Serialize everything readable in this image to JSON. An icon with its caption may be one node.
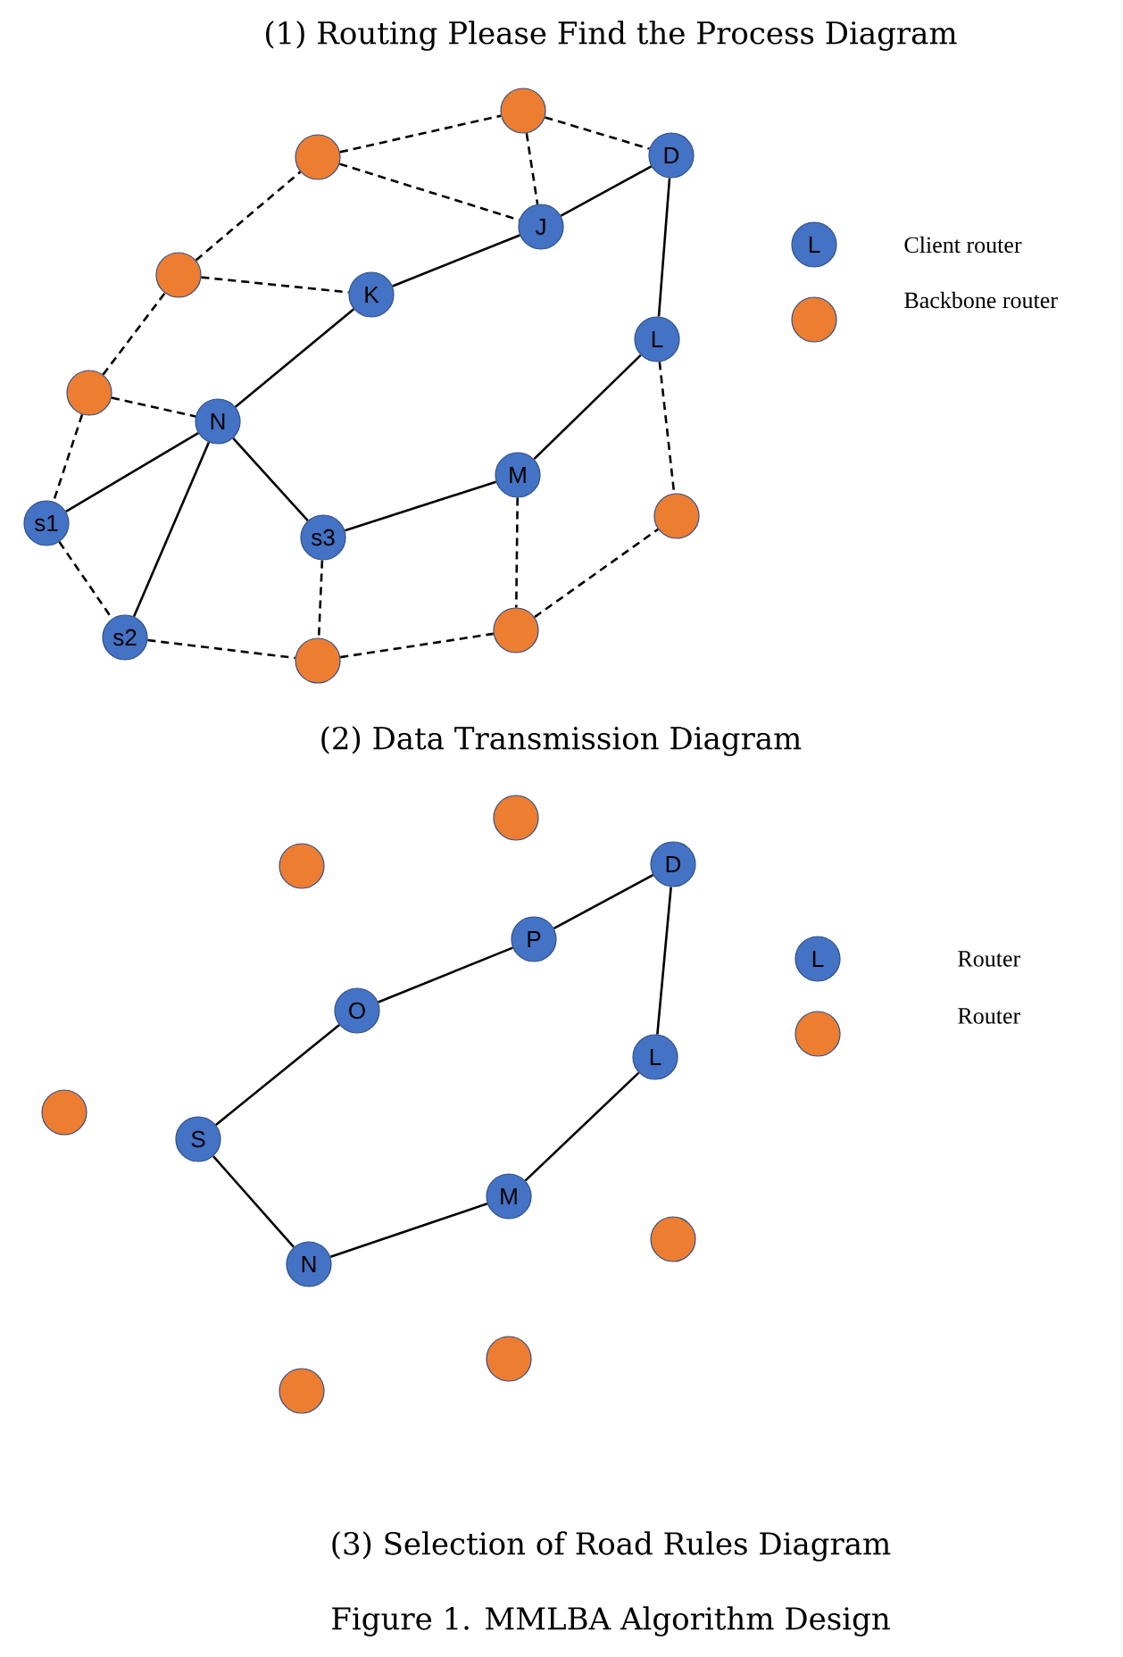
{
  "diagram": {
    "title": "(1) Routing Please Find the Process Diagram",
    "caption": "Figure 1. MMLBA Algorithm Design",
    "nodes": [
      {
        "text": [],
        "shape": "circle"
      },
      {
        "text": [
          "D"
        ]
      },
      {
        "text": [],
        "shape": "circle"
      },
      {
        "text": [
          "J"
        ]
      },
      {
        "text": [],
        "shape": "circle"
      },
      {
        "text": [
          "K"
        ]
      },
      {
        "text": [],
        "shape": "circle"
      },
      {
        "text": [
          "N"
        ]
      },
      {
        "text": [
          "L"
        ]
      },
      {
        "text": [
          "M"
        ]
      },
      {
        "text": [
          "s1"
        ]
      },
      {
        "text": [
          "s3"
        ]
      },
      {
        "text": [],
        "shape": "circle"
      },
      {
        "text": [
          "s2"
        ]
      },
      {
        "text": [],
        "shape": "circle"
      },
      {
        "text": [],
        "shape": "circle"
      },
      {
        "text": [],
        "shape": "circle"
      },
      {
        "text": [],
        "shape": "circle"
      },
      {
        "text": [
          "D"
        ]
      },
      {
        "text": [
          "P"
        ]
      },
      {
        "text": [
          "O"
        ]
      },
      {
        "text": [
          "L"
        ]
      },
      {
        "text": [],
        "shape": "circle"
      },
      {
        "text": [
          "S"
        ]
      },
      {
        "text": [
          "M"
        ]
      },
      {
        "text": [],
        "shape": "circle"
      },
      {
        "text": [
          "N"
        ]
      },
      {
        "text": [],
        "shape": "circle"
      },
      {
        "text": [],
        "shape": "circle"
      }
    ],
    "edges": [
      {
        "from": 2,
        "to": 0,
        "arrow": "none",
        "style": "dashed"
      },
      {
        "from": 0,
        "to": 1,
        "arrow": "none",
        "style": "dashed"
      },
      {
        "from": 0,
        "to": 3,
        "arrow": "none",
        "style": "dashed"
      },
      {
        "from": 2,
        "to": 3,
        "arrow": "none",
        "style": "dashed"
      },
      {
        "from": 3,
        "to": 1,
        "arrow": "none"
      },
      {
        "from": 1,
        "to": 8,
        "arrow": "none"
      },
      {
        "from": 5,
        "to": 3,
        "arrow": "none"
      },
      {
        "from": 4,
        "to": 2,
        "arrow": "none",
        "style": "dashed"
      },
      {
        "from": 4,
        "to": 5,
        "arrow": "none",
        "style": "dashed"
      },
      {
        "from": 6,
        "to": 4,
        "arrow": "none",
        "style": "dashed"
      },
      {
        "from": 7,
        "to": 5,
        "arrow": "none"
      },
      {
        "from": 6,
        "to": 7,
        "arrow": "none",
        "style": "dashed"
      },
      {
        "from": 6,
        "to": 10,
        "arrow": "none",
        "style": "dashed"
      },
      {
        "from": 10,
        "to": 7,
        "arrow": "none"
      },
      {
        "from": 13,
        "to": 7,
        "arrow": "none"
      },
      {
        "from": 7,
        "to": 11,
        "arrow": "none"
      },
      {
        "from": 9,
        "to": 8,
        "arrow": "none"
      },
      {
        "from": 8,
        "to": 12,
        "arrow": "none",
        "style": "dashed"
      },
      {
        "from": 11,
        "to": 9,
        "arrow": "none"
      },
      {
        "from": 9,
        "to": 15,
        "arrow": "none",
        "style": "dashed"
      },
      {
        "from": 10,
        "to": 13,
        "arrow": "none",
        "style": "dashed"
      },
      {
        "from": 13,
        "to": 14,
        "arrow": "none",
        "style": "dashed"
      },
      {
        "from": 11,
        "to": 14,
        "arrow": "none",
        "style": "dashed"
      },
      {
        "from": 14,
        "to": 15,
        "arrow": "none",
        "style": "dashed"
      },
      {
        "from": 15,
        "to": 12,
        "arrow": "none",
        "style": "dashed"
      },
      {
        "from": 23,
        "to": 20,
        "arrow": "none"
      },
      {
        "from": 20,
        "to": 19,
        "arrow": "none"
      },
      {
        "from": 19,
        "to": 18,
        "arrow": "none"
      },
      {
        "from": 18,
        "to": 21,
        "arrow": "none"
      },
      {
        "from": 21,
        "to": 24,
        "arrow": "none"
      },
      {
        "from": 24,
        "to": 26,
        "arrow": "none"
      },
      {
        "from": 26,
        "to": 23,
        "arrow": "none"
      }
    ],
    "labels": [
      "L",
      "(2) Data Transmission Diagram",
      "L",
      "(3) Selection of Road Rules Diagram"
    ],
    "legend": [
      {
        "text": "Client router",
        "color": "#4472c4"
      },
      {
        "text": "Backbone router",
        "color": "#ed7d31"
      },
      {
        "text": "Router",
        "color": "#4472c4"
      },
      {
        "text": "Router",
        "color": "#ed7d31"
      }
    ]
  }
}
